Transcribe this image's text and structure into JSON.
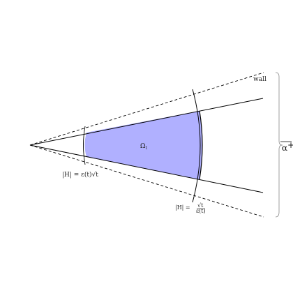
{
  "labels": {
    "wall": "wall",
    "region": "Ω",
    "region_sub": "t",
    "inner_radius": "|H| = ε(t)√t",
    "outer_radius_lhs": "|H| =",
    "outer_radius_num": "√t",
    "outer_radius_den": "ε(t)",
    "alpha": "α",
    "alpha_sup": "+"
  },
  "colors": {
    "region_fill": "#b0b0ff",
    "stroke": "#000000"
  }
}
